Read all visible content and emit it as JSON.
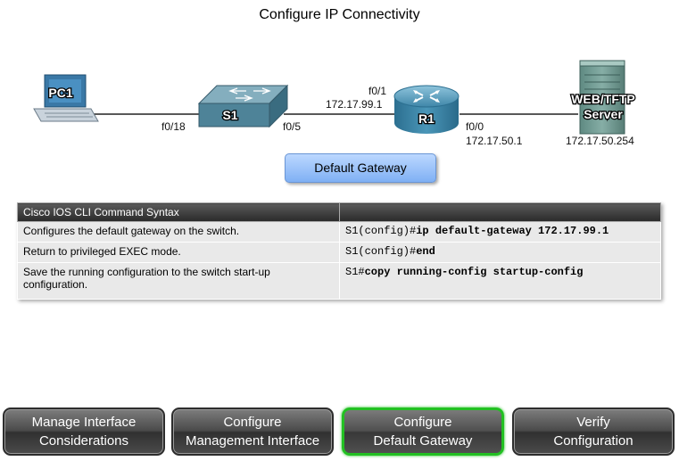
{
  "title": "Configure IP Connectivity",
  "diagram": {
    "pc": {
      "label": "PC1",
      "port": "f0/18"
    },
    "switch": {
      "label": "S1",
      "port": "f0/5"
    },
    "router": {
      "label": "R1",
      "port_in": "f0/1",
      "ip_in": "172.17.99.1",
      "port_out": "f0/0",
      "ip_out": "172.17.50.1"
    },
    "server": {
      "label_line1": "WEB/TFTP",
      "label_line2": "Server",
      "ip": "172.17.50.254"
    },
    "callout": "Default Gateway"
  },
  "table": {
    "header": [
      "Cisco IOS CLI Command Syntax",
      ""
    ],
    "rows": [
      {
        "description": "Configures the default gateway on the switch.",
        "prompt": "S1(config)#",
        "command": "ip default-gateway 172.17.99.1"
      },
      {
        "description": "Return to privileged EXEC mode.",
        "prompt": "S1(config)#",
        "command": "end"
      },
      {
        "description": "Save the running configuration to the switch start-up configuration.",
        "prompt": "S1#",
        "command": "copy running-config startup-config"
      }
    ]
  },
  "nav": [
    {
      "line1": "Manage Interface",
      "line2": "Considerations"
    },
    {
      "line1": "Configure",
      "line2": "Management Interface"
    },
    {
      "line1": "Configure",
      "line2": "Default Gateway"
    },
    {
      "line1": "Verify",
      "line2": "Configuration"
    }
  ],
  "colors": {
    "active_border": "#22c022",
    "callout": "#9cc4fa",
    "router": "#4a8fb0"
  }
}
